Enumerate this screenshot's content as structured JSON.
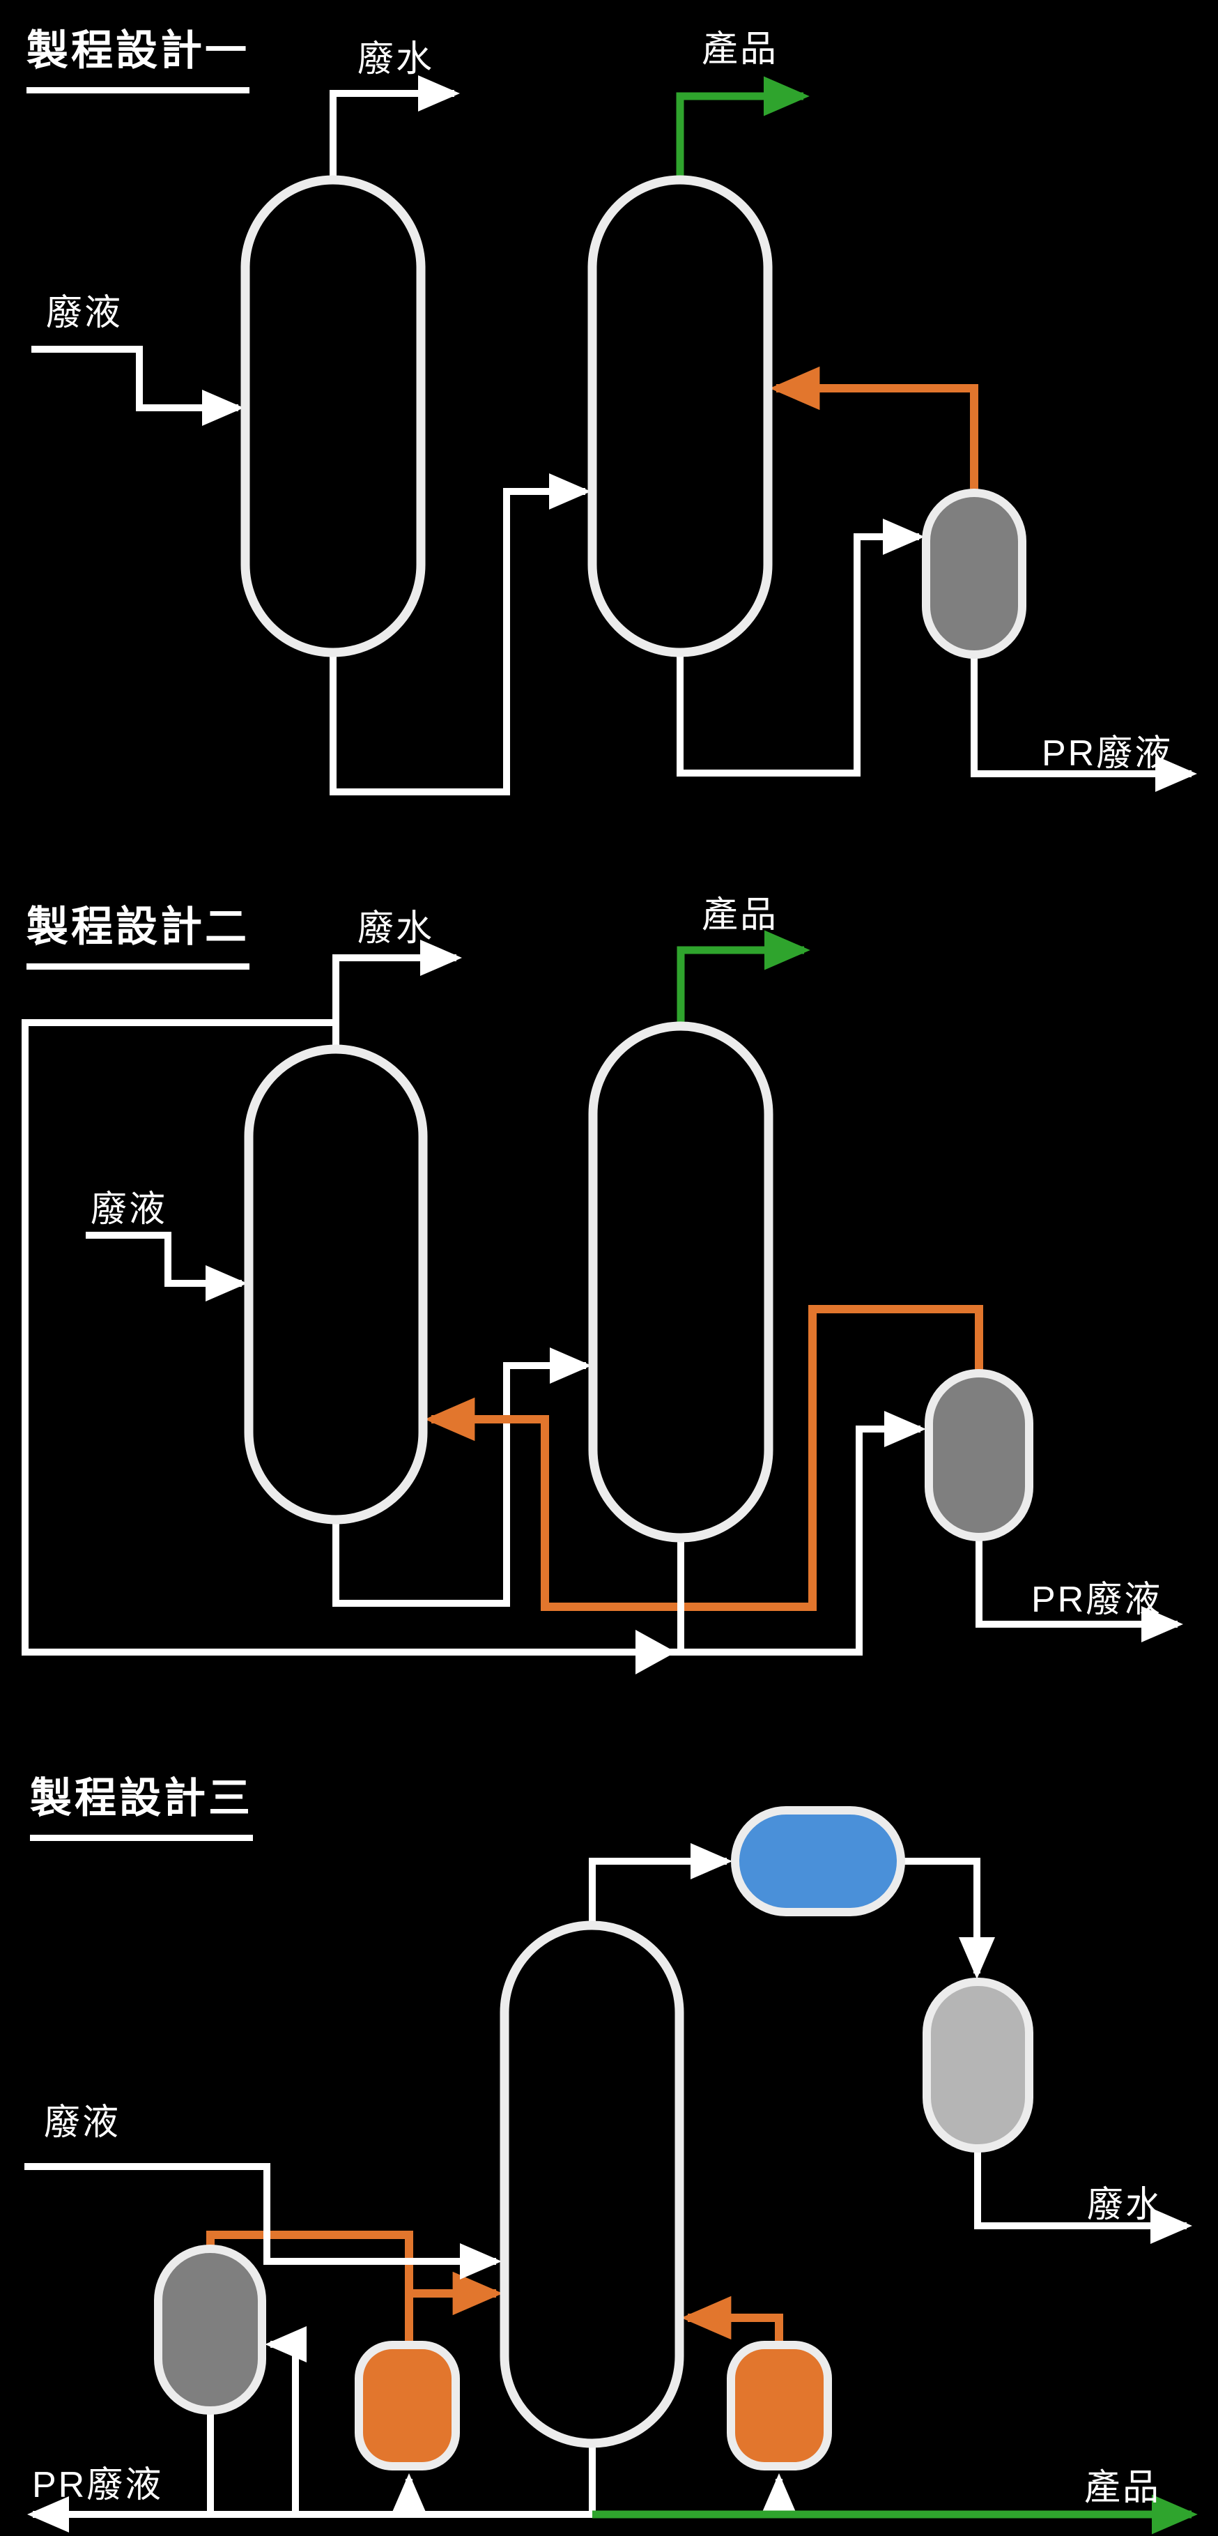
{
  "page": {
    "background": "#000000"
  },
  "colors": {
    "line_white": "#FFFFFF",
    "vessel_outline": "#ECECEC",
    "stream_orange": "#E2762D",
    "stream_green": "#2FA42D",
    "vessel_blue": "#4A90D9",
    "vessel_gray_dark": "#7F7F7F",
    "vessel_gray_light": "#B5B5B5"
  },
  "designs": [
    {
      "title": "製程設計一",
      "labels": {
        "feed": "廢液",
        "overhead": "廢水",
        "product": "產品",
        "bottoms": "PR廢液"
      }
    },
    {
      "title": "製程設計二",
      "labels": {
        "feed": "廢液",
        "overhead": "廢水",
        "product": "產品",
        "bottoms": "PR廢液"
      }
    },
    {
      "title": "製程設計三",
      "labels": {
        "feed": "廢液",
        "wastewater": "廢水",
        "pr_waste": "PR廢液",
        "product": "產品"
      }
    }
  ]
}
